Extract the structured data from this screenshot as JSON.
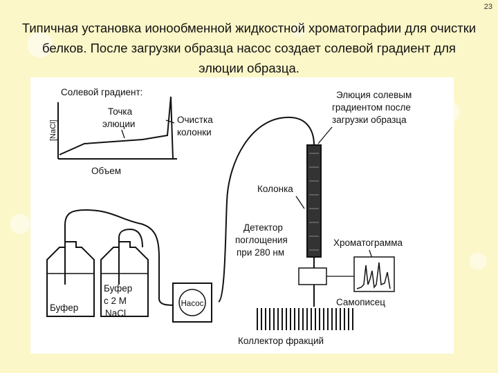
{
  "page_number": "23",
  "title": "Типичная установка ионообменной жидкостной хроматографии для очистки белков. После загрузки образца насос создает солевой градиент для элюции образца.",
  "figure": {
    "gradient_title": "Солевой градиент:",
    "y_axis": "[NaCl]",
    "x_axis": "Объем",
    "elution_point_line1": "Точка",
    "elution_point_line2": "элюции",
    "column_cleaning_line1": "Очистка",
    "column_cleaning_line2": "колонки",
    "elution_note_line1": "Элюция солевым",
    "elution_note_line2": "градиентом после",
    "elution_note_line3": "загрузки образца",
    "column": "Колонка",
    "detector_line1": "Детектор",
    "detector_line2": "поглощения",
    "detector_line3": "при 280 нм",
    "chromatogram": "Хроматограмма",
    "recorder": "Самописец",
    "buffer": "Буфер",
    "buffer2_line1": "Буфер",
    "buffer2_line2": "с 2 М",
    "buffer2_line3": "NaCl",
    "pump": "Насос",
    "fraction_collector": "Коллектор фракций"
  }
}
